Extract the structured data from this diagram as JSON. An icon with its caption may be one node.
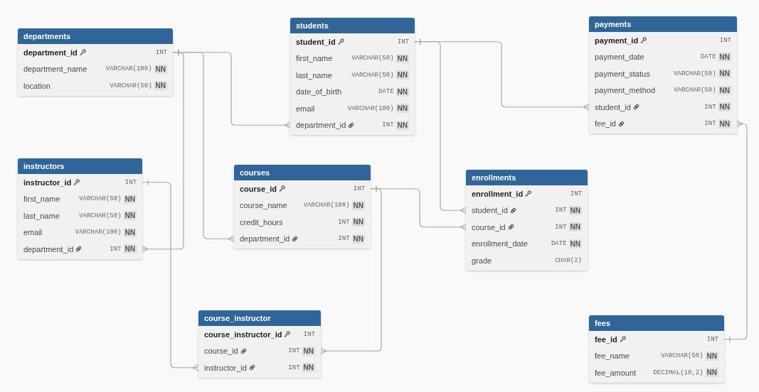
{
  "diagram": {
    "nodes": [
      {
        "text": [
          "departments"
        ]
      },
      {
        "text": [
          "department_id",
          "INT"
        ],
        "in": 0
      },
      {
        "text": [
          "department_name",
          "VARCHAR(100)",
          "NN"
        ],
        "in": 0
      },
      {
        "text": [
          "location",
          "VARCHAR(50)",
          "NN"
        ],
        "in": 0
      },
      {
        "text": [
          "students"
        ]
      },
      {
        "text": [
          "student_id",
          "INT"
        ],
        "in": 4
      },
      {
        "text": [
          "first_name",
          "VARCHAR(50)",
          "NN"
        ],
        "in": 4
      },
      {
        "text": [
          "last_name",
          "VARCHAR(50)",
          "NN"
        ],
        "in": 4
      },
      {
        "text": [
          "date_of_birth",
          "DATE",
          "NN"
        ],
        "in": 4
      },
      {
        "text": [
          "email",
          "VARCHAR(100)",
          "NN"
        ],
        "in": 4
      },
      {
        "text": [
          "department_id",
          "INT",
          "NN"
        ],
        "in": 4
      },
      {
        "text": [
          "payments"
        ]
      },
      {
        "text": [
          "payment_id",
          "INT"
        ],
        "in": 11
      },
      {
        "text": [
          "payment_date",
          "DATE",
          "NN"
        ],
        "in": 11
      },
      {
        "text": [
          "payment_status",
          "VARCHAR(50)",
          "NN"
        ],
        "in": 11
      },
      {
        "text": [
          "payment_method",
          "VARCHAR(50)",
          "NN"
        ],
        "in": 11
      },
      {
        "text": [
          "student_id",
          "INT",
          "NN"
        ],
        "in": 11
      },
      {
        "text": [
          "fee_id",
          "INT",
          "NN"
        ],
        "in": 11
      },
      {
        "text": [
          "instructors"
        ]
      },
      {
        "text": [
          "instructor_id",
          "INT"
        ],
        "in": 18
      },
      {
        "text": [
          "first_name",
          "VARCHAR(50)",
          "NN"
        ],
        "in": 18
      },
      {
        "text": [
          "last_name",
          "VARCHAR(50)",
          "NN"
        ],
        "in": 18
      },
      {
        "text": [
          "email",
          "VARCHAR(100)",
          "NN"
        ],
        "in": 18
      },
      {
        "text": [
          "department_id",
          "INT",
          "NN"
        ],
        "in": 18
      },
      {
        "text": [
          "courses"
        ]
      },
      {
        "text": [
          "course_id",
          "INT"
        ],
        "in": 24
      },
      {
        "text": [
          "course_name",
          "VARCHAR(100)",
          "NN"
        ],
        "in": 24
      },
      {
        "text": [
          "credit_hours",
          "INT",
          "NN"
        ],
        "in": 24
      },
      {
        "text": [
          "department_id",
          "INT",
          "NN"
        ],
        "in": 24
      },
      {
        "text": [
          "enrollments"
        ]
      },
      {
        "text": [
          "enrollment_id",
          "INT"
        ],
        "in": 29
      },
      {
        "text": [
          "student_id",
          "INT",
          "NN"
        ],
        "in": 29
      },
      {
        "text": [
          "course_id",
          "INT",
          "NN"
        ],
        "in": 29
      },
      {
        "text": [
          "enrollment_date",
          "DATE",
          "NN"
        ],
        "in": 29
      },
      {
        "text": [
          "grade",
          "CHAR(2)"
        ],
        "in": 29
      },
      {
        "text": [
          "course_instructor"
        ]
      },
      {
        "text": [
          "course_instructor_id",
          "INT"
        ],
        "in": 35
      },
      {
        "text": [
          "course_id",
          "INT",
          "NN"
        ],
        "in": 35
      },
      {
        "text": [
          "instructor_id",
          "INT",
          "NN"
        ],
        "in": 35
      },
      {
        "text": [
          "fees"
        ]
      },
      {
        "text": [
          "fee_id",
          "INT"
        ],
        "in": 39
      },
      {
        "text": [
          "fee_name",
          "VARCHAR(50)",
          "NN"
        ],
        "in": 39
      },
      {
        "text": [
          "fee_amount",
          "DECIMAL(10,2)",
          "NN"
        ],
        "in": 39
      }
    ],
    "edges": [
      {
        "from": 1,
        "to": 10,
        "arrow": "other"
      },
      {
        "from": 1,
        "to": 28,
        "arrow": "other"
      },
      {
        "from": 1,
        "to": 23,
        "arrow": "other"
      },
      {
        "from": 5,
        "to": 16,
        "arrow": "other"
      },
      {
        "from": 5,
        "to": 31,
        "arrow": "other"
      },
      {
        "from": 25,
        "to": 32,
        "arrow": "other"
      },
      {
        "from": 25,
        "to": 37,
        "arrow": "other"
      },
      {
        "from": 19,
        "to": 38,
        "arrow": "other"
      },
      {
        "from": 40,
        "to": 17,
        "arrow": "other"
      }
    ]
  }
}
